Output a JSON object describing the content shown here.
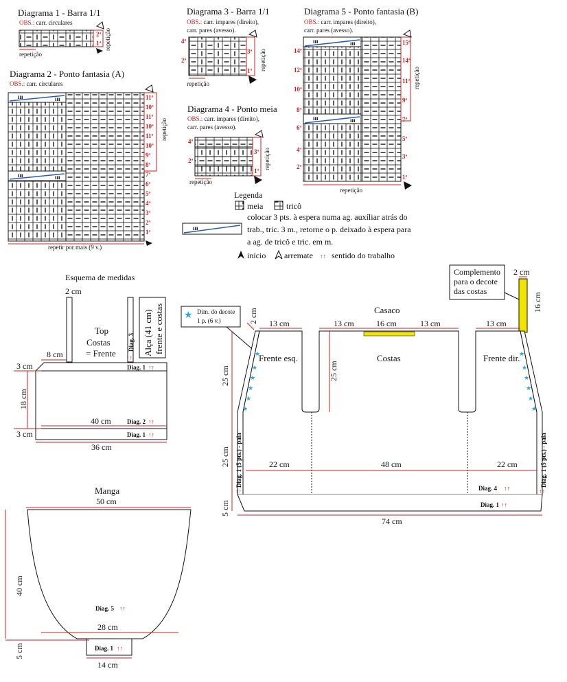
{
  "diagrams": {
    "d1": {
      "title": "Diagrama 1 - Barra 1/1",
      "obs_label": "OBS.:",
      "obs": "carr. circulares",
      "rows": [
        "2ª",
        "1ª"
      ],
      "repeat": "repetição",
      "side": "repetição"
    },
    "d2": {
      "title": "Diagrama 2 - Ponto fantasia (A)",
      "obs_label": "OBS.:",
      "obs": "carr. circulares",
      "rows": [
        "11ª",
        "10ª",
        "11ª",
        "10ª",
        "11ª",
        "10ª",
        "9ª",
        "8ª",
        "7ª",
        "6ª",
        "5ª",
        "4ª",
        "3ª",
        "2ª",
        "1ª"
      ],
      "side": "repetição",
      "footer": "repetir por mais (9 v.)"
    },
    "d3": {
      "title": "Diagrama 3 - Barra 1/1",
      "obs_label": "OBS.:",
      "obs1": "carr. impares (direito),",
      "obs2": "carr. pares (avesso).",
      "left": [
        "4ª",
        "2ª"
      ],
      "right": [
        "3ª",
        "1ª"
      ],
      "repeat": "repetição",
      "side": "repetição"
    },
    "d4": {
      "title": "Diagrama 4 - Ponto meia",
      "obs_label": "OBS.:",
      "obs1": "carr. impares (direito),",
      "obs2": "carr. pares (avesso).",
      "left": [
        "4ª",
        "2ª"
      ],
      "right": [
        "3ª",
        "1ª"
      ],
      "repeat": "repetição",
      "side": "repetição"
    },
    "d5": {
      "title": "Diagrama 5 - Ponto fantasia (B)",
      "obs_label": "OBS.:",
      "obs1": "carr. impares (direito),",
      "obs2": "carr. pares (avesso).",
      "left": [
        "14ª",
        "12ª",
        "10ª",
        "8ª",
        "6ª",
        "4ª",
        "2ª"
      ],
      "right": [
        "15ª",
        "14ª",
        "11ª",
        "9ª",
        "7ª",
        "5ª",
        "3ª",
        "1ª"
      ],
      "repeat": "repetição",
      "side": "repetição"
    }
  },
  "legend": {
    "title": "Legenda",
    "meia": "meia",
    "trico": "tricô",
    "cable1": "colocar 3 pts. à espera numa ag. auxíliar atrás do",
    "cable2": "trab., tric. 3 m., retorne o p. deixado à espera para",
    "cable3": "a ag. de tricô e tric. em m.",
    "inicio": "início",
    "arremate": "arremate",
    "sentido": "sentido do trabalho"
  },
  "top": {
    "title": "Esquema de medidas",
    "strap_w": "2 cm",
    "name1": "Top",
    "name2": "Costas",
    "name3": "= Frente",
    "diag3": "Diag. 3",
    "alca1": "Alça (41 cm)",
    "alca2": "frente e costas",
    "w8": "8 cm",
    "h3a": "3 cm",
    "h18": "18 cm",
    "h3b": "3 cm",
    "w40": "40 cm",
    "w36": "36 cm",
    "diag1": "Diag. 1",
    "diag2": "Diag. 2",
    "diag1b": "Diag. 1"
  },
  "manga": {
    "title": "Manga",
    "w50": "50 cm",
    "h40": "40 cm",
    "w28": "28 cm",
    "h5": "5 cm",
    "w14": "14 cm",
    "diag5": "Diag. 5",
    "diag1": "Diag. 1"
  },
  "casaco": {
    "title": "Casaco",
    "complemento1": "Complemento",
    "complemento2": "para o decote",
    "complemento3": "das costas",
    "c2": "2 cm",
    "c16": "16 cm",
    "dim1": "Dim. do decote",
    "dim2": "1 p. (6 v.)",
    "top2": "2 cm",
    "w13a": "13 cm",
    "w13b": "13 cm",
    "w16": "16 cm",
    "w13c": "13 cm",
    "w13d": "13 cm",
    "frente_esq": "Frente esq.",
    "costas": "Costas",
    "frente_dir": "Frente dir.",
    "h25a": "25 cm",
    "h25b": "25 cm",
    "h25c": "25 cm",
    "h5": "5 cm",
    "w22a": "22 cm",
    "w48": "48 cm",
    "w22b": "22 cm",
    "w74": "74 cm",
    "pala": "Diag. 1 (5 pts.) - pala",
    "diag4": "Diag. 4",
    "diag1": "Diag. 1"
  },
  "colors": {
    "red": "#d21c1c",
    "blue": "#2a5db0",
    "star": "#2aa6e0",
    "yellow": "#f0e400"
  }
}
